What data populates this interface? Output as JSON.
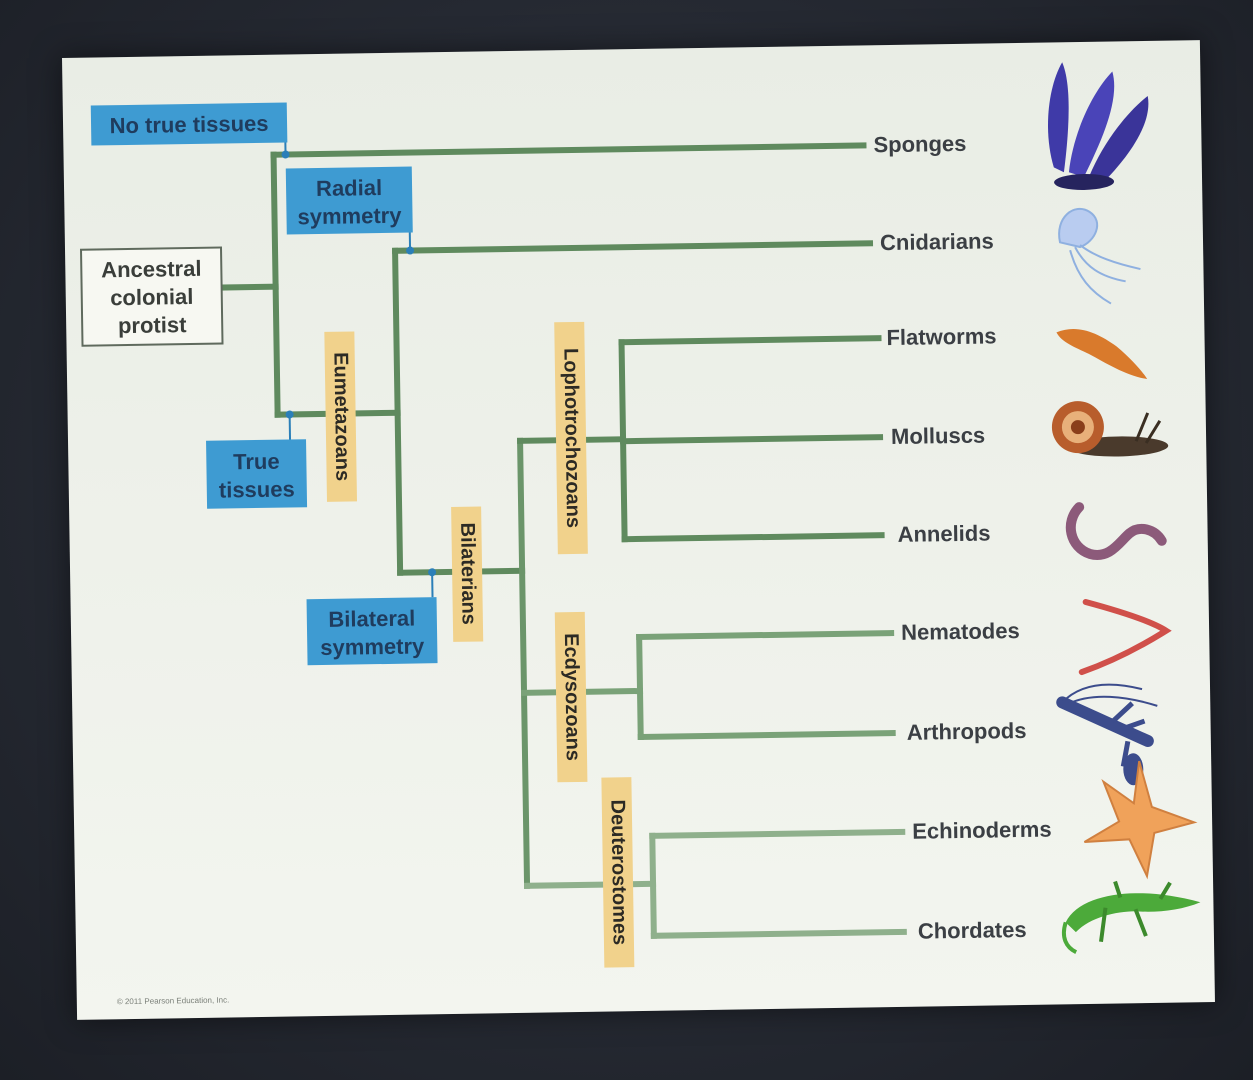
{
  "boxes": {
    "no_true_tissues": "No true tissues",
    "radial_symmetry_1": "Radial",
    "radial_symmetry_2": "symmetry",
    "ancestral_1": "Ancestral",
    "ancestral_2": "colonial",
    "ancestral_3": "protist",
    "true_tissues_1": "True",
    "true_tissues_2": "tissues",
    "bilateral_1": "Bilateral",
    "bilateral_2": "symmetry"
  },
  "clades": {
    "eumetazoans": "Eumetazoans",
    "bilaterians": "Bilaterians",
    "lophotrochozoans": "Lophotrochozoans",
    "ecdysozoans": "Ecdysozoans",
    "deuterostomes": "Deuterostomes"
  },
  "taxa": [
    "Sponges",
    "Cnidarians",
    "Flatworms",
    "Molluscs",
    "Annelids",
    "Nematodes",
    "Arthropods",
    "Echinoderms",
    "Chordates"
  ],
  "icons": [
    "sponge-icon",
    "jellyfish-icon",
    "flatworm-icon",
    "snail-icon",
    "earthworm-icon",
    "nematode-icon",
    "lobster-icon",
    "starfish-icon",
    "lizard-icon"
  ],
  "copyright": "© 2011 Pearson Education, Inc.",
  "colors": {
    "tree": "#5f8a5e",
    "tree_light": "#8fb08c",
    "box_blue": "#3e9bd2",
    "box_text": "#1f3c5e",
    "clade_tag": "#f1d28c"
  }
}
